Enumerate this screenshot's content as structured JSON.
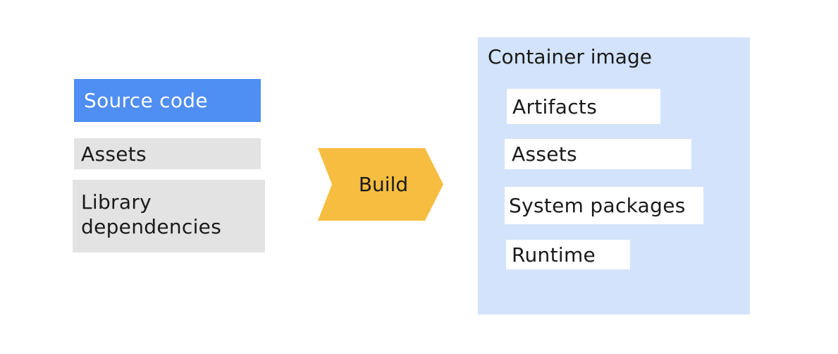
{
  "inputs": {
    "source_code": "Source code",
    "assets": "Assets",
    "library_dependencies": "Library\ndependencies"
  },
  "process": {
    "label": "Build"
  },
  "output": {
    "title": "Container image",
    "items": [
      "Artifacts",
      "Assets",
      "System packages",
      "Runtime"
    ]
  },
  "colors": {
    "source_code_fill": "#4f8ef2",
    "input_fill": "#e3e3e3",
    "build_fill": "#f6bd40",
    "container_fill": "#d3e3fb",
    "inner_fill": "#ffffff"
  }
}
